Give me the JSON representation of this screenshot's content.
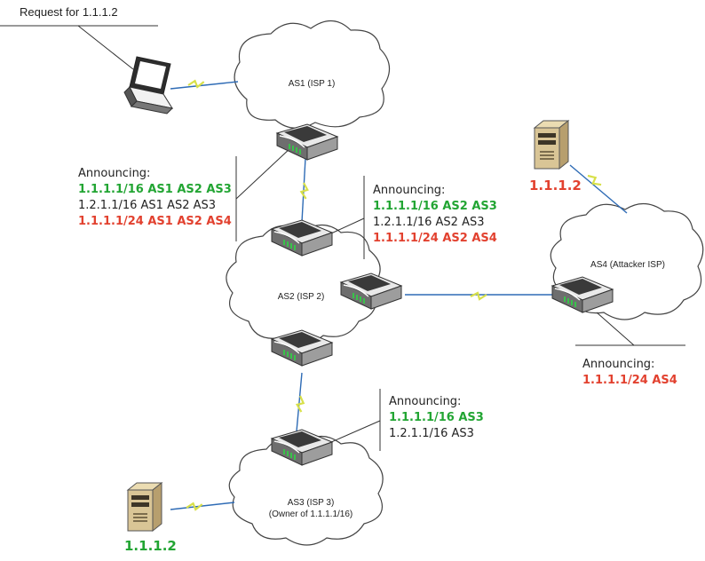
{
  "request_label": "Request for 1.1.1.2",
  "clouds": {
    "as1": "AS1 (ISP 1)",
    "as2": "AS2 (ISP 2)",
    "as3_line1": "AS3 (ISP 3)",
    "as3_line2": "(Owner of 1.1.1.1/16)",
    "as4": "AS4 (Attacker ISP)"
  },
  "announcements": {
    "as1": {
      "heading": "Announcing:",
      "routes": [
        {
          "text": "1.1.1.1/16 AS1 AS2 AS3",
          "color": "green"
        },
        {
          "text": "1.2.1.1/16 AS1 AS2 AS3",
          "color": "black"
        },
        {
          "text": "1.1.1.1/24 AS1 AS2 AS4",
          "color": "red"
        }
      ]
    },
    "as2": {
      "heading": "Announcing:",
      "routes": [
        {
          "text": "1.1.1.1/16 AS2 AS3",
          "color": "green"
        },
        {
          "text": "1.2.1.1/16 AS2 AS3",
          "color": "black"
        },
        {
          "text": "1.1.1.1/24 AS2 AS4",
          "color": "red"
        }
      ]
    },
    "as3": {
      "heading": "Announcing:",
      "routes": [
        {
          "text": "1.1.1.1/16 AS3",
          "color": "green"
        },
        {
          "text": "1.2.1.1/16 AS3",
          "color": "black"
        }
      ]
    },
    "as4": {
      "heading": "Announcing:",
      "routes": [
        {
          "text": "1.1.1.1/24 AS4",
          "color": "red"
        }
      ]
    }
  },
  "servers": {
    "attacker_ip": "1.1.1.2",
    "owner_ip": "1.1.1.2"
  },
  "colors": {
    "green": "#22a533",
    "red": "#e2412f",
    "link": "#2e6bb5",
    "lightning": "#d8e04a"
  }
}
